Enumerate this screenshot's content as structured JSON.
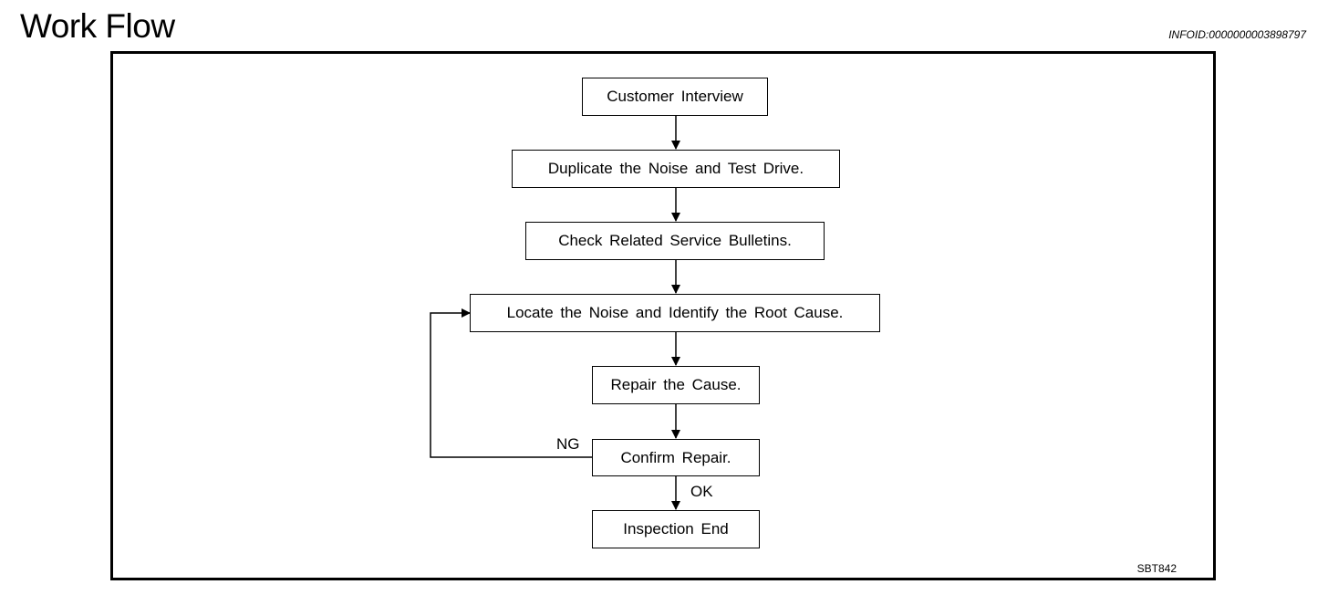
{
  "header": {
    "title": "Work Flow",
    "info_id": "INFOID:0000000003898797"
  },
  "flow": {
    "steps": [
      "Customer Interview",
      "Duplicate the Noise and Test Drive.",
      "Check Related Service Bulletins.",
      "Locate the Noise and Identify the Root Cause.",
      "Repair the Cause.",
      "Confirm Repair.",
      "Inspection End"
    ],
    "ng_label": "NG",
    "ok_label": "OK"
  },
  "figure_code": "SBT842"
}
